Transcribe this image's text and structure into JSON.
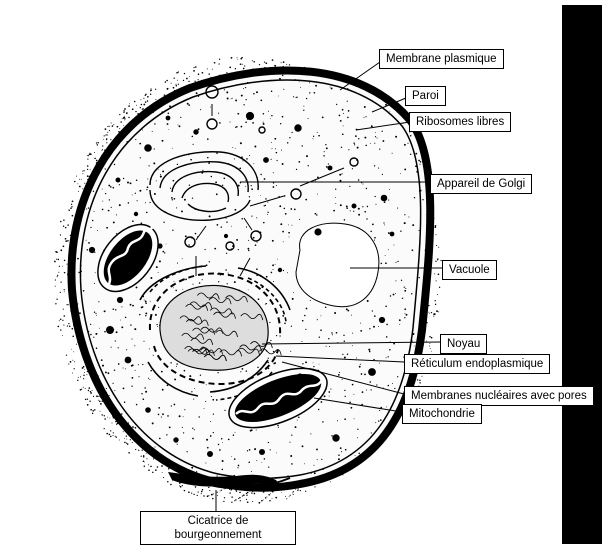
{
  "diagram": {
    "labels": {
      "membrane_plasmique": "Membrane plasmique",
      "paroi": "Paroi",
      "ribosomes_libres": "Ribosomes libres",
      "appareil_de_golgi": "Appareil de Golgi",
      "vacuole": "Vacuole",
      "noyau": "Noyau",
      "reticulum": "Réticulum endoplasmique",
      "membranes_nucleaires": "Membranes nucléaires avec pores",
      "mitochondrie": "Mitochondrie",
      "cicatrice_line1": "Cicatrice de",
      "cicatrice_line2": "bourgeonnement"
    },
    "colors": {
      "ink": "#000000",
      "background": "#ffffff",
      "side_bar": "#000000"
    }
  }
}
